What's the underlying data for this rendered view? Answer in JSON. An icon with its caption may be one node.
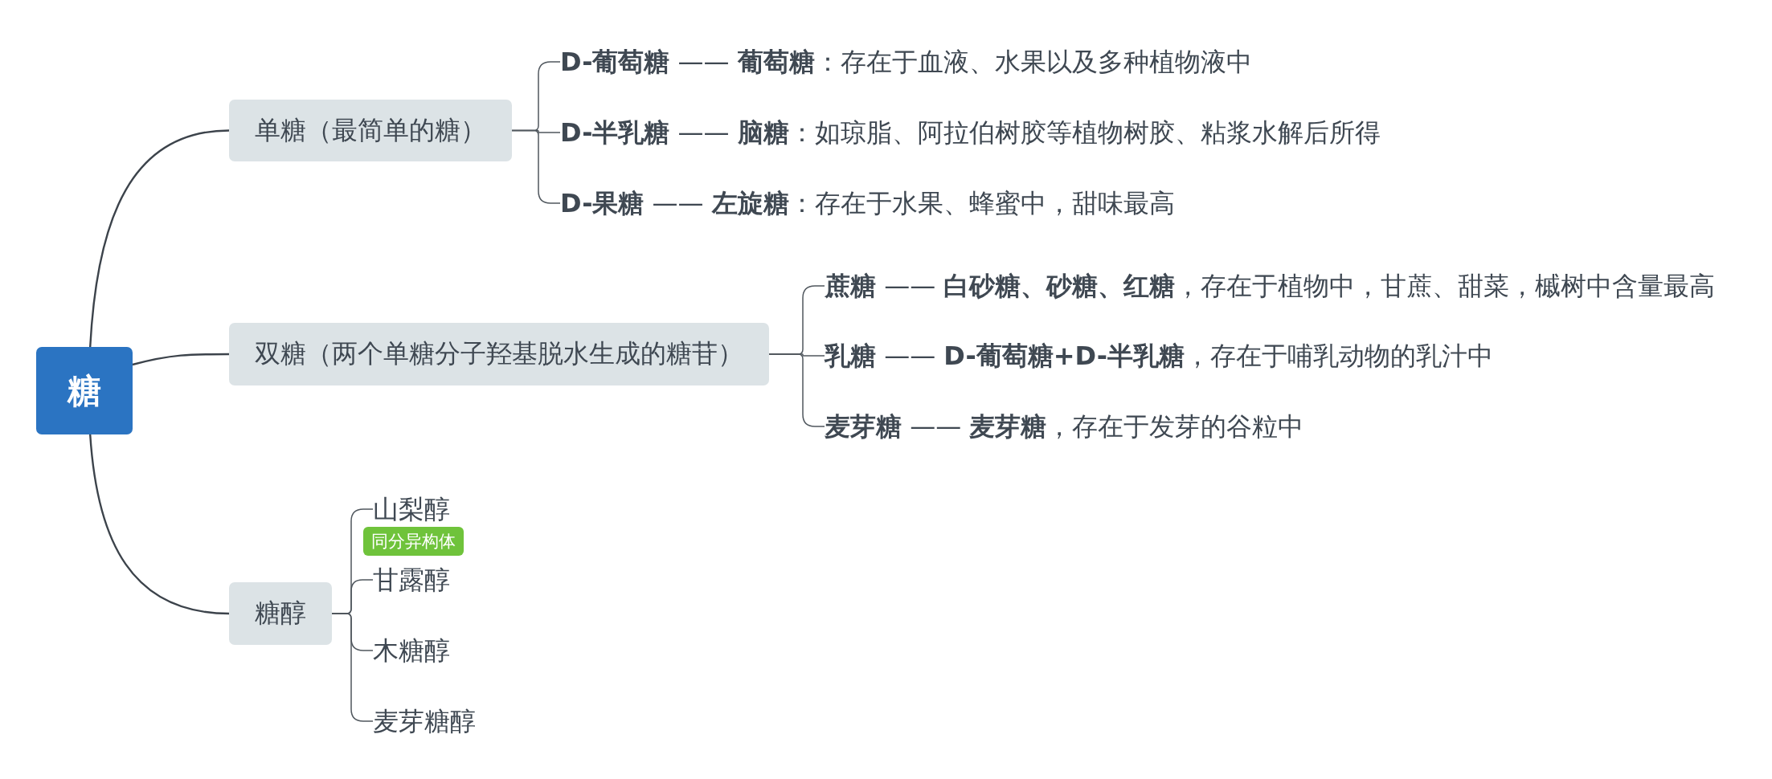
{
  "diagram": {
    "nodes": [
      {
        "text": [
          "糖"
        ]
      },
      {
        "text": [
          "单糖（最简单的糖）"
        ]
      },
      {
        "text": [
          "**D-葡萄糖** —— **葡萄糖**：存在于血液、水果以及多种植物液中"
        ]
      },
      {
        "text": [
          "**D-半乳糖** —— **脑糖**：如琼脂、阿拉伯树胶等植物树胶、粘浆水解后所得"
        ]
      },
      {
        "text": [
          "**D-果糖** —— **左旋糖**：存在于水果、蜂蜜中，甜味最高"
        ]
      },
      {
        "text": [
          "双糖（两个单糖分子羟基脱水生成的糖苷）"
        ]
      },
      {
        "text": [
          "**蔗糖** —— **白砂糖、砂糖、红糖**，存在于植物中，甘蔗、甜菜，槭树中含量最高"
        ]
      },
      {
        "text": [
          "**乳糖** —— **D-葡萄糖+D-半乳糖**，存在于哺乳动物的乳汁中"
        ]
      },
      {
        "text": [
          "**麦芽糖** —— **麦芽糖**，存在于发芽的谷粒中"
        ]
      },
      {
        "text": [
          "糖醇"
        ]
      },
      {
        "text": [
          "山梨醇"
        ],
        "beside": [
          "同分异构体"
        ]
      },
      {
        "text": [
          "甘露醇"
        ]
      },
      {
        "text": [
          "木糖醇"
        ]
      },
      {
        "text": [
          "麦芽糖醇"
        ]
      }
    ],
    "edges": [
      {
        "from": 0,
        "to": 1,
        "arrow": "none"
      },
      {
        "from": 1,
        "to": 2,
        "arrow": "none"
      },
      {
        "from": 1,
        "to": 3,
        "arrow": "none"
      },
      {
        "from": 1,
        "to": 4,
        "arrow": "none"
      },
      {
        "from": 0,
        "to": 5,
        "arrow": "none"
      },
      {
        "from": 5,
        "to": 6,
        "arrow": "none"
      },
      {
        "from": 5,
        "to": 7,
        "arrow": "none"
      },
      {
        "from": 5,
        "to": 8,
        "arrow": "none"
      },
      {
        "from": 0,
        "to": 9,
        "arrow": "none"
      },
      {
        "from": 9,
        "to": 10,
        "arrow": "none"
      },
      {
        "from": 9,
        "to": 11,
        "arrow": "none"
      },
      {
        "from": 9,
        "to": 12,
        "arrow": "none"
      },
      {
        "from": 9,
        "to": 13,
        "arrow": "none"
      }
    ]
  }
}
